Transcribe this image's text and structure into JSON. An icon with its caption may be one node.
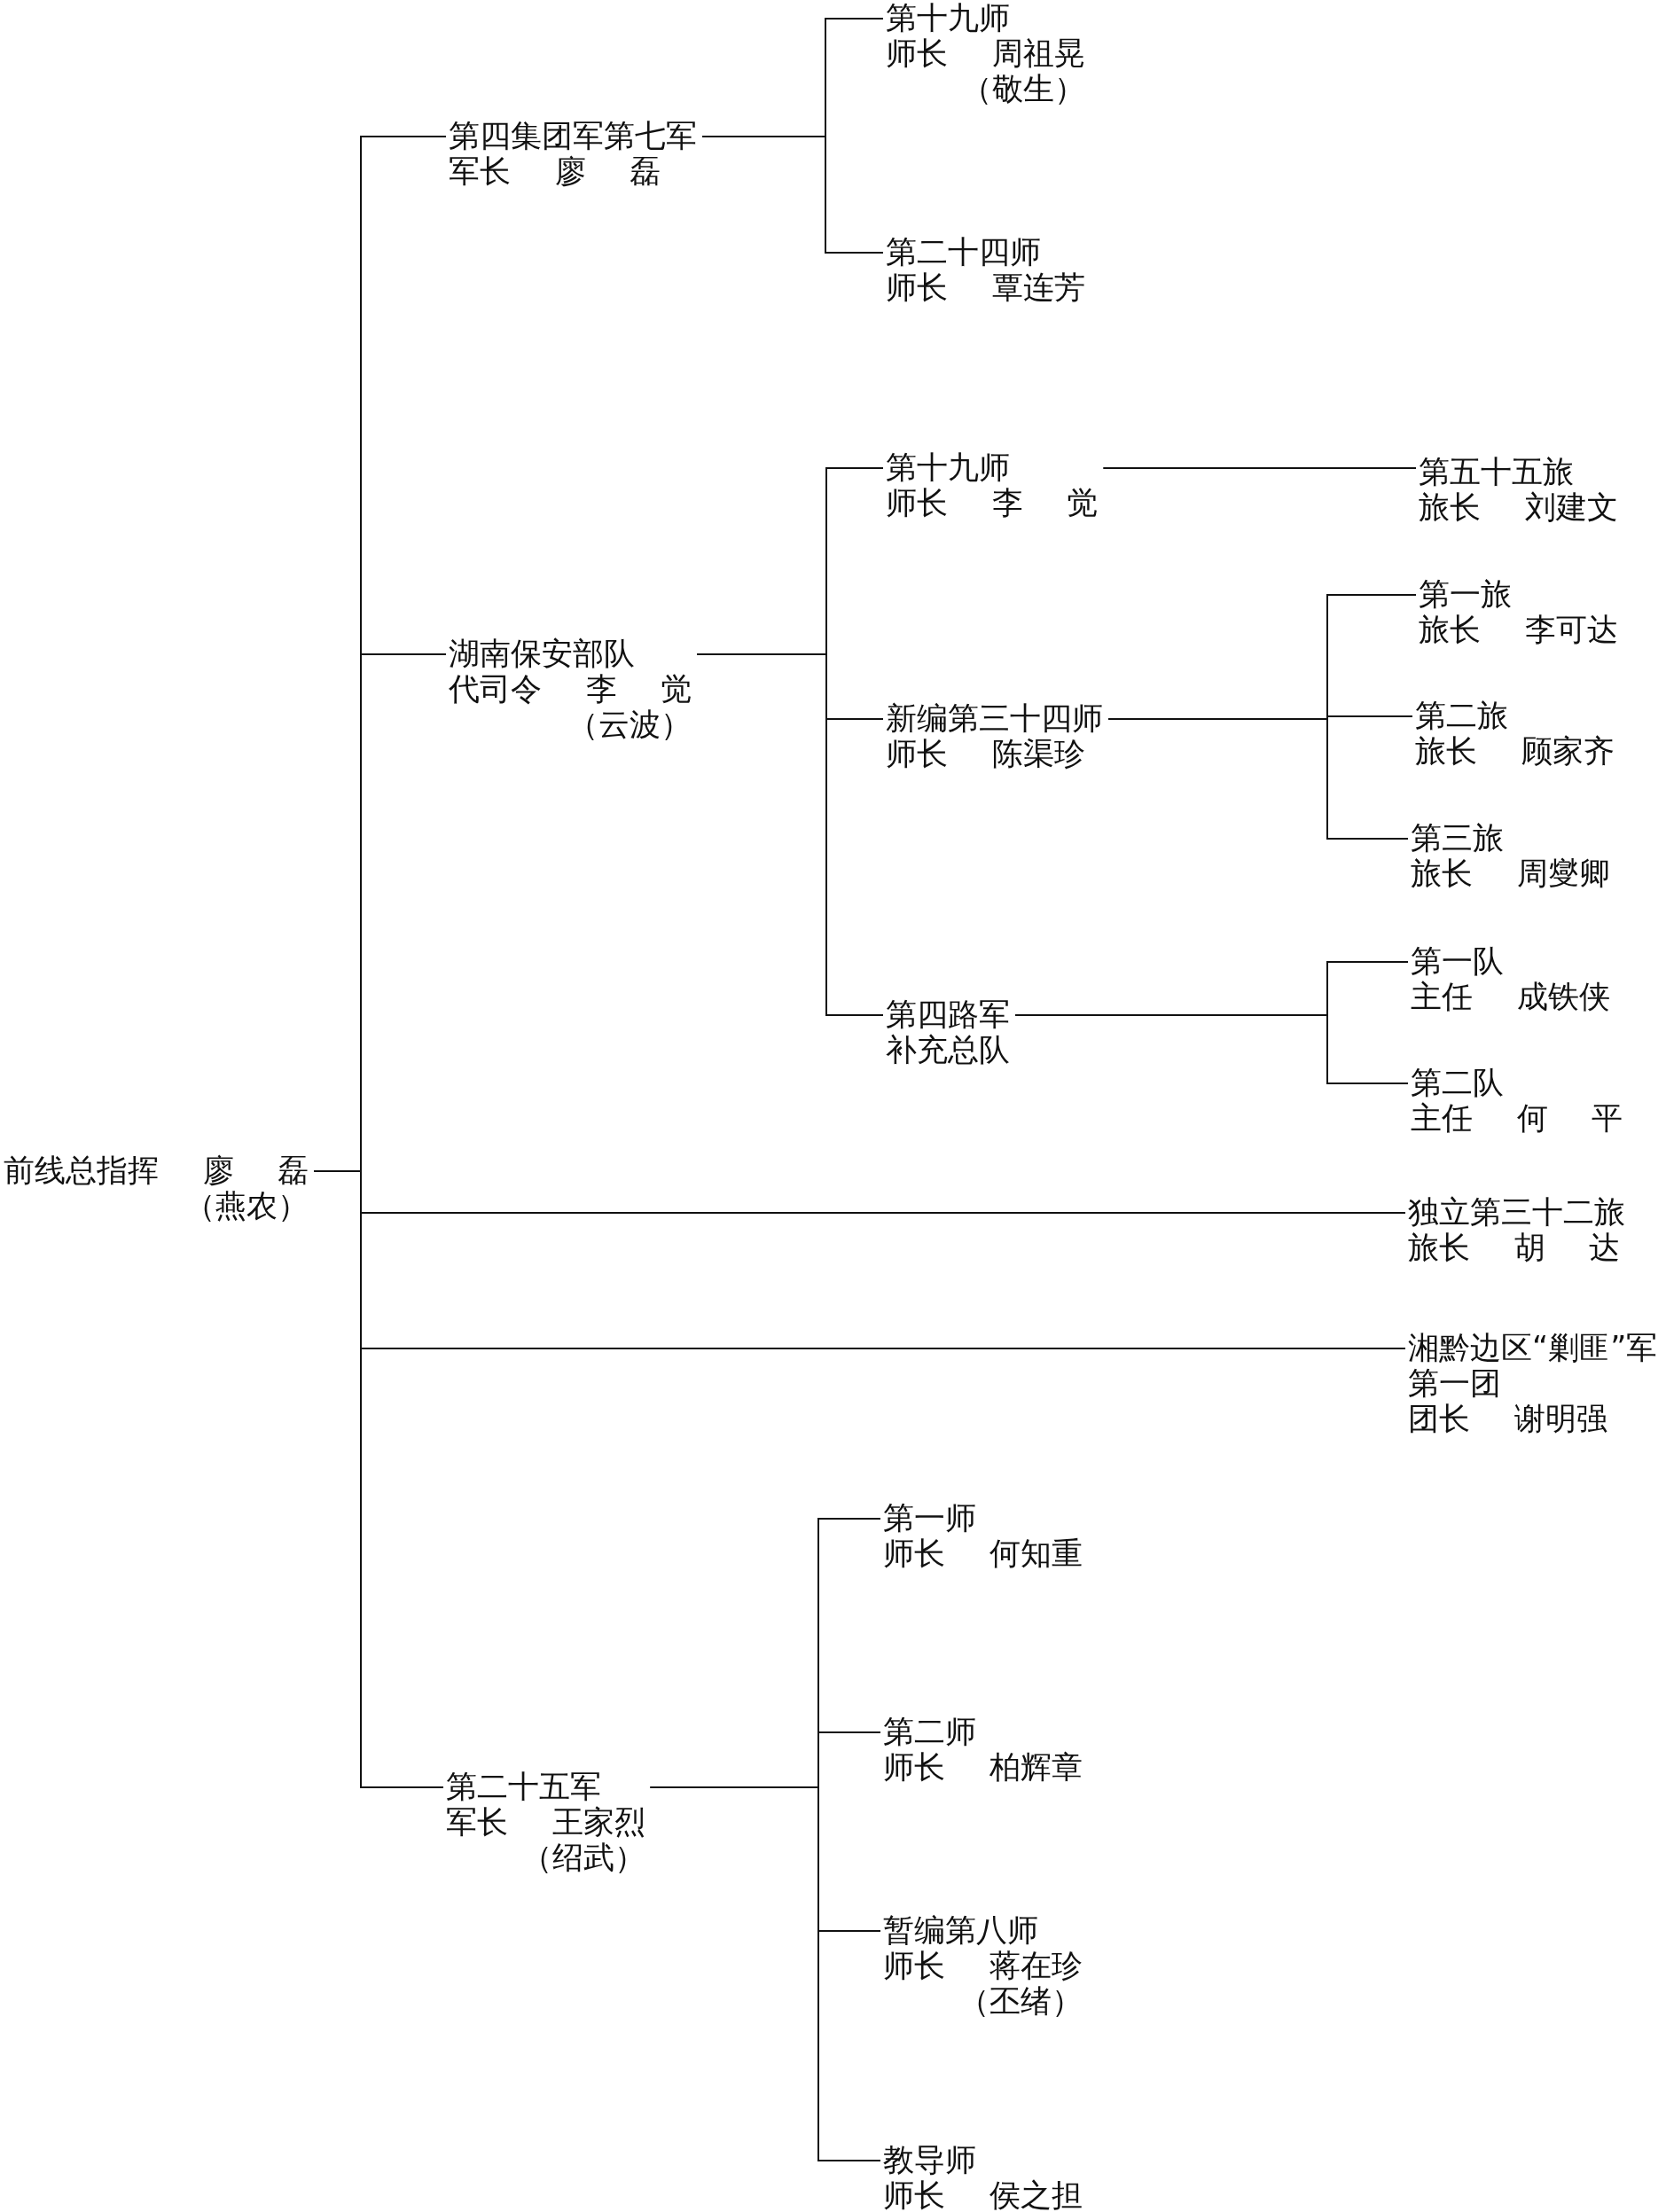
{
  "diagram": {
    "nodes": [
      {
        "text": [
          "前线总指挥 廖 磊",
          "（燕农）"
        ]
      },
      {
        "text": [
          "第四集团军第七军",
          "军长 廖 磊"
        ]
      },
      {
        "text": [
          "第十九师",
          "师长 周祖晃",
          "（敬生）"
        ]
      },
      {
        "text": [
          "第二十四师",
          "师长 覃连芳"
        ]
      },
      {
        "text": [
          "湖南保安部队",
          "代司令 李 觉",
          "（云波）"
        ]
      },
      {
        "text": [
          "第十九师",
          "师长 李 觉"
        ]
      },
      {
        "text": [
          "第五十五旅",
          "旅长 刘建文"
        ]
      },
      {
        "text": [
          "新编第三十四师",
          "师长 陈渠珍"
        ]
      },
      {
        "text": [
          "第一旅",
          "旅长 李可达"
        ]
      },
      {
        "text": [
          "第二旅",
          "旅长 顾家齐"
        ]
      },
      {
        "text": [
          "第三旅",
          "旅长 周燮卿"
        ]
      },
      {
        "text": [
          "第四路军",
          "补充总队"
        ]
      },
      {
        "text": [
          "第一队",
          "主任 成铁侠"
        ]
      },
      {
        "text": [
          "第二队",
          "主任 何 平"
        ]
      },
      {
        "text": [
          "独立第三十二旅",
          "旅长 胡 达"
        ]
      },
      {
        "text": [
          "湘黔边区“剿匪”军",
          "第一团",
          "团长 谢明强"
        ]
      },
      {
        "text": [
          "第二十五军",
          "军长 王家烈",
          "（绍武）"
        ]
      },
      {
        "text": [
          "第一师",
          "师长 何知重"
        ]
      },
      {
        "text": [
          "第二师",
          "师长 柏辉章"
        ]
      },
      {
        "text": [
          "暂编第八师",
          "师长 蒋在珍",
          "（丕绪）"
        ]
      },
      {
        "text": [
          "教导师",
          "师长 侯之担"
        ]
      }
    ],
    "edges": [
      {
        "from": 0,
        "to": 1,
        "arrow": "none"
      },
      {
        "from": 0,
        "to": 4,
        "arrow": "none"
      },
      {
        "from": 0,
        "to": 14,
        "arrow": "none"
      },
      {
        "from": 0,
        "to": 15,
        "arrow": "none"
      },
      {
        "from": 0,
        "to": 16,
        "arrow": "none"
      },
      {
        "from": 1,
        "to": 2,
        "arrow": "none"
      },
      {
        "from": 1,
        "to": 3,
        "arrow": "none"
      },
      {
        "from": 4,
        "to": 5,
        "arrow": "none"
      },
      {
        "from": 4,
        "to": 7,
        "arrow": "none"
      },
      {
        "from": 4,
        "to": 11,
        "arrow": "none"
      },
      {
        "from": 5,
        "to": 6,
        "arrow": "none"
      },
      {
        "from": 7,
        "to": 8,
        "arrow": "none"
      },
      {
        "from": 7,
        "to": 9,
        "arrow": "none"
      },
      {
        "from": 7,
        "to": 10,
        "arrow": "none"
      },
      {
        "from": 11,
        "to": 12,
        "arrow": "none"
      },
      {
        "from": 11,
        "to": 13,
        "arrow": "none"
      },
      {
        "from": 16,
        "to": 17,
        "arrow": "none"
      },
      {
        "from": 16,
        "to": 18,
        "arrow": "none"
      },
      {
        "from": 16,
        "to": 19,
        "arrow": "none"
      },
      {
        "from": 16,
        "to": 20,
        "arrow": "none"
      }
    ]
  }
}
